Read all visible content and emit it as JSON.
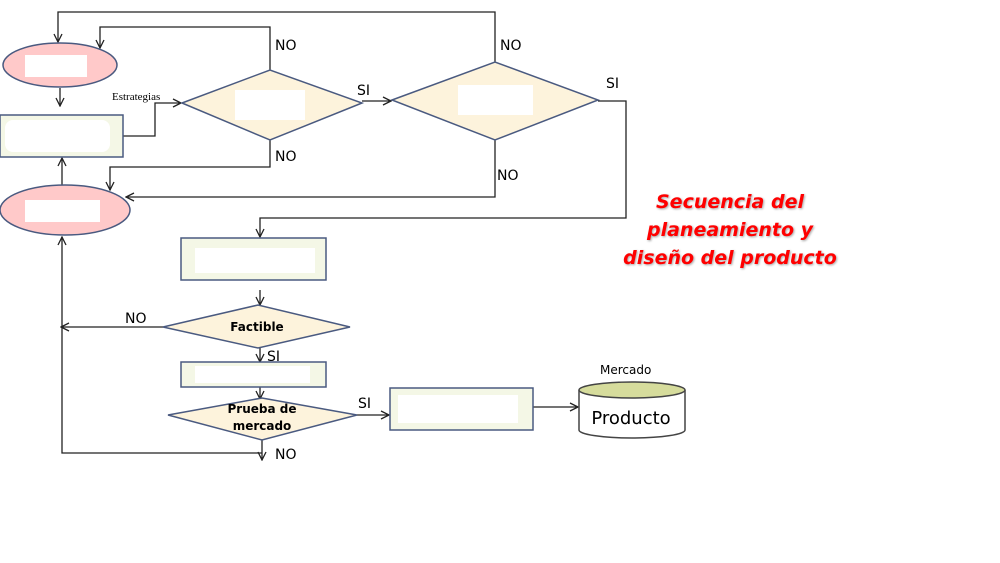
{
  "labels": {
    "estrategias": "Estrategias",
    "no_top_1": "NO",
    "no_top_2": "NO",
    "si_1": "SI",
    "si_2": "SI",
    "no_mid_1": "NO",
    "no_mid_2": "NO",
    "no_factible": "NO",
    "si_factible": "SI",
    "si_prueba": "SI",
    "no_prueba": "NO",
    "mercado": "Mercado"
  },
  "nodes": {
    "factible": "Factible",
    "prueba_line1": "Prueba de",
    "prueba_line2": "mercado",
    "producto": "Producto"
  },
  "title": {
    "line1": "Secuencia del",
    "line2": "planeamiento y",
    "line3": "diseño del producto"
  },
  "colors": {
    "ellipse": "#ffc9c9",
    "diamond": "#fdf3dc",
    "rect": "#f4f7e6",
    "cylinder": "#d6dc9c",
    "title": "#ff0000"
  }
}
